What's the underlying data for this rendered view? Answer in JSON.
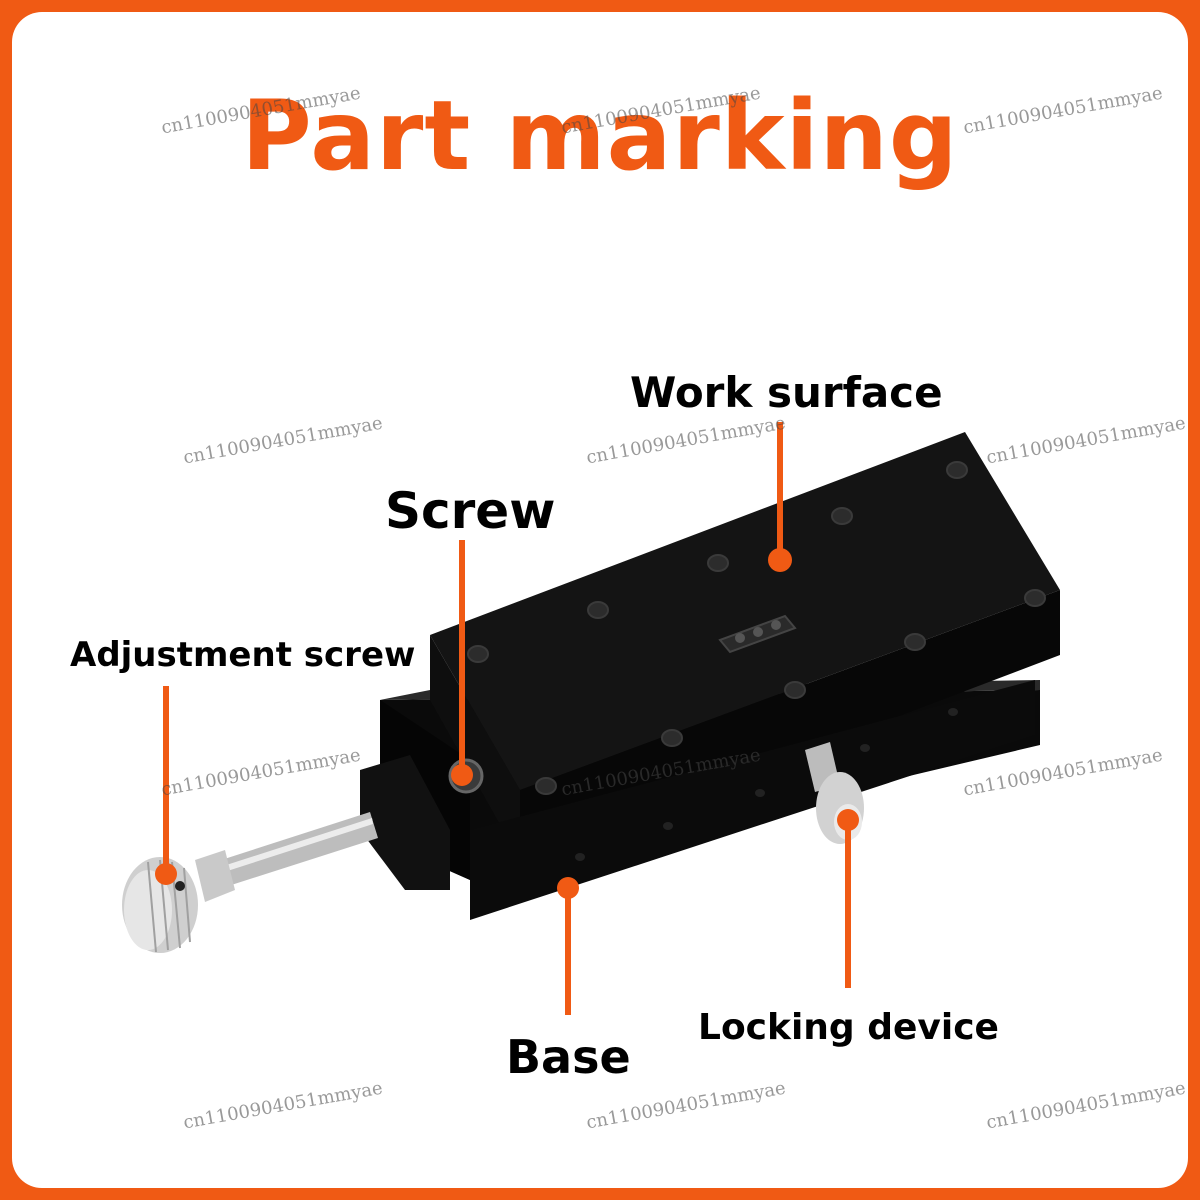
{
  "title": "Part marking",
  "labels": {
    "work_surface": "Work surface",
    "screw": "Screw",
    "adjustment_screw": "Adjustment screw",
    "base": "Base",
    "locking_device": "Locking device"
  },
  "watermark": "cn1100904051mmyae",
  "colors": {
    "accent": "#f05a14",
    "background": "#ffffff",
    "label_text": "#000000",
    "stage_body": "#141414"
  }
}
